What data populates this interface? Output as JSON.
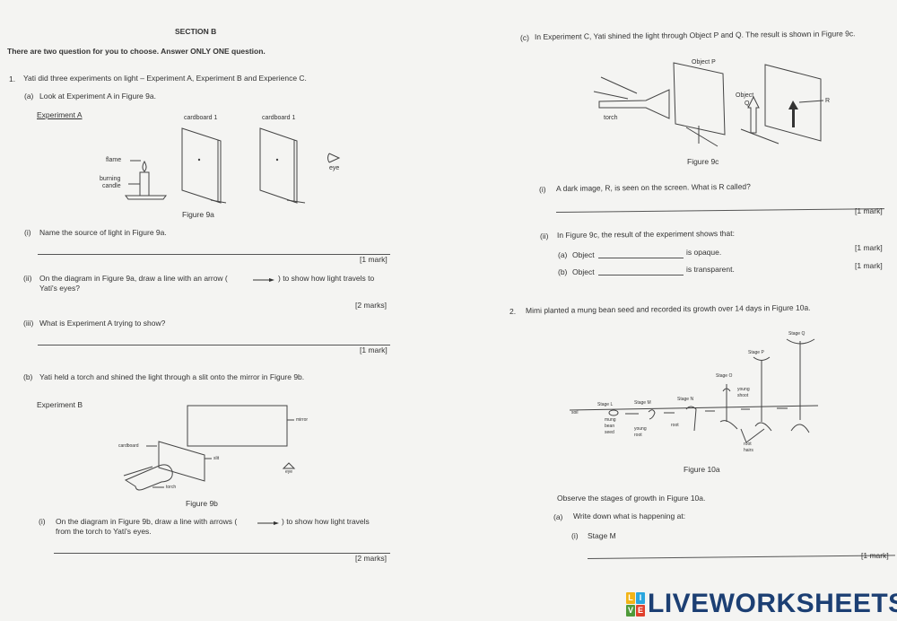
{
  "left_page": {
    "section_title": "SECTION B",
    "instruction": "There are two question for you to choose. Answer ONLY ONE question.",
    "q1_number": "1.",
    "q1_text": "Yati did three experiments on light – Experiment A, Experiment B and Experience C.",
    "qa_label": "(a)",
    "qa_text": "Look at Experiment A in Figure 9a.",
    "experiment_a": "Experiment A",
    "fig9a": {
      "cardboard_left": "cardboard 1",
      "cardboard_right": "cardboard 1",
      "flame": "flame",
      "candle_line1": "burning",
      "candle_line2": "candle",
      "eye": "eye",
      "caption": "Figure 9a"
    },
    "a_i_label": "(i)",
    "a_i_text": "Name the source of light in Figure 9a.",
    "a_i_marks": "[1 mark]",
    "a_ii_label": "(ii)",
    "a_ii_text_1": "On the diagram in Figure 9a, draw a line with an arrow (",
    "a_ii_text_2": ") to show how light travels to",
    "a_ii_text_3": "Yati's eyes?",
    "a_ii_marks": "[2 marks]",
    "a_iii_label": "(iii)",
    "a_iii_text": "What is Experiment A trying to show?",
    "a_iii_marks": "[1 mark]",
    "qb_label": "(b)",
    "qb_text": "Yati held a torch and shined the light through a slit onto the mirror in Figure 9b.",
    "experiment_b": "Experiment B",
    "fig9b": {
      "mirror": "mirror",
      "cardboard": "cardboard",
      "slit": "slit",
      "torch": "torch",
      "eye": "eye",
      "caption": "Figure 9b"
    },
    "b_i_label": "(i)",
    "b_i_text_1": "On the diagram in Figure 9b, draw a line with arrows (",
    "b_i_text_2": ") to show how light travels",
    "b_i_text_3": "from the torch to Yati's eyes.",
    "b_i_marks": "[2 marks]"
  },
  "right_page": {
    "qc_label": "(c)",
    "qc_text": "In Experiment C, Yati shined the light through Object P and Q. The result is shown in Figure 9c.",
    "fig9c": {
      "object_p": "Object P",
      "object_q_1": "Object",
      "object_q_2": "Q",
      "r_label": "R",
      "torch": "torch",
      "caption": "Figure 9c"
    },
    "c_i_label": "(i)",
    "c_i_text": "A dark image, R, is seen on the screen. What is R called?",
    "c_i_marks": "[1 mark]",
    "c_ii_label": "(ii)",
    "c_ii_text": "In Figure 9c, the result of the experiment shows that:",
    "c_ii_a_label": "(a)",
    "c_ii_a_text_1": "Object",
    "c_ii_a_text_2": "is opaque.",
    "c_ii_a_marks": "[1 mark]",
    "c_ii_b_label": "(b)",
    "c_ii_b_text_1": "Object",
    "c_ii_b_text_2": "is transparent.",
    "c_ii_b_marks": "[1 mark]",
    "q2_number": "2.",
    "q2_text": "Mimi planted a mung bean seed and recorded its growth over 14 days in Figure 10a.",
    "fig10a": {
      "soil": "soil",
      "stage_l": "Stage L",
      "stage_m": "Stage M",
      "stage_n": "Stage N",
      "stage_o": "Stage O",
      "stage_p": "Stage P",
      "stage_q": "Stage Q",
      "seed_1": "mung",
      "seed_2": "bean",
      "seed_3": "seed",
      "young_root_1": "young",
      "young_root_2": "root",
      "root": "root",
      "young_shoot_1": "young",
      "young_shoot_2": "shoot",
      "root_hairs_1": "root",
      "root_hairs_2": "hairs",
      "caption": "Figure 10a"
    },
    "observe_text": "Observe the stages of growth in Figure 10a.",
    "q2a_label": "(a)",
    "q2a_text": "Write down what is happening at:",
    "q2a_i_label": "(i)",
    "q2a_i_text": "Stage M",
    "q2a_i_marks": "[1 mark]"
  },
  "logo": {
    "text": "LIVEWORKSHEETS",
    "mark_letters": [
      "L",
      "I",
      "V",
      "E"
    ],
    "mark_colors": [
      "#f2b418",
      "#2aa6de",
      "#4f9a3a",
      "#e0402c"
    ],
    "text_color": "#1c3f73"
  }
}
